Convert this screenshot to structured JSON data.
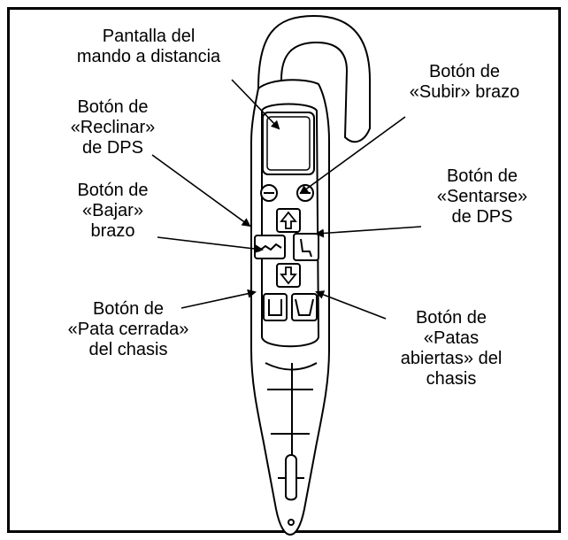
{
  "labels": {
    "display": "Pantalla del\nmando a distancia",
    "recline": "Botón de\n«Reclinar»\nde DPS",
    "lower": "Botón de\n«Bajar»\nbrazo",
    "raise": "Botón de\n«Subir» brazo",
    "sit": "Botón de\n«Sentarse»\nde DPS",
    "legs_closed": "Botón de\n«Pata cerrada»\ndel chasis",
    "legs_open": "Botón de\n«Patas\nabiertas» del\nchasis"
  },
  "icons": {
    "remote": "hand-pendant-remote",
    "up": "arrow-up-icon",
    "down": "arrow-down-icon",
    "recline": "recline-icon",
    "sit": "sit-icon",
    "legs_closed": "legs-closed-icon",
    "legs_open": "legs-open-icon"
  },
  "colors": {
    "stroke": "#000000",
    "fill": "#ffffff"
  }
}
